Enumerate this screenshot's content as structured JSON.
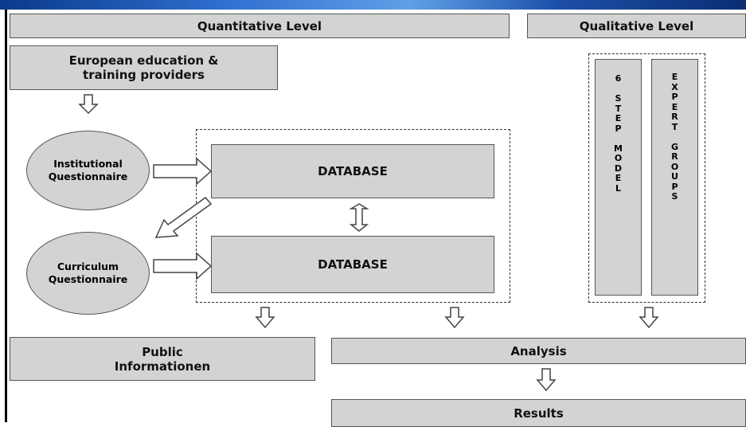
{
  "headers": {
    "quantitative": "Quantitative Level",
    "qualitative": "Qualitative Level"
  },
  "boxes": {
    "providers": "European education &\ntraining providers",
    "database_1": "DATABASE",
    "database_2": "DATABASE",
    "public_info": "Public\nInformationen",
    "analysis": "Analysis",
    "results": "Results"
  },
  "ellipses": {
    "institutional": "Institutional\nQuestionnaire",
    "curriculum": "Curriculum\nQuestionnaire"
  },
  "vertical": {
    "step_model": "6\n\nS\nT\nE\nP\n\nM\nO\nD\nE\nL",
    "expert_groups": "E\nX\nP\nE\nR\nT\n\nG\nR\nO\nU\nP\nS"
  }
}
